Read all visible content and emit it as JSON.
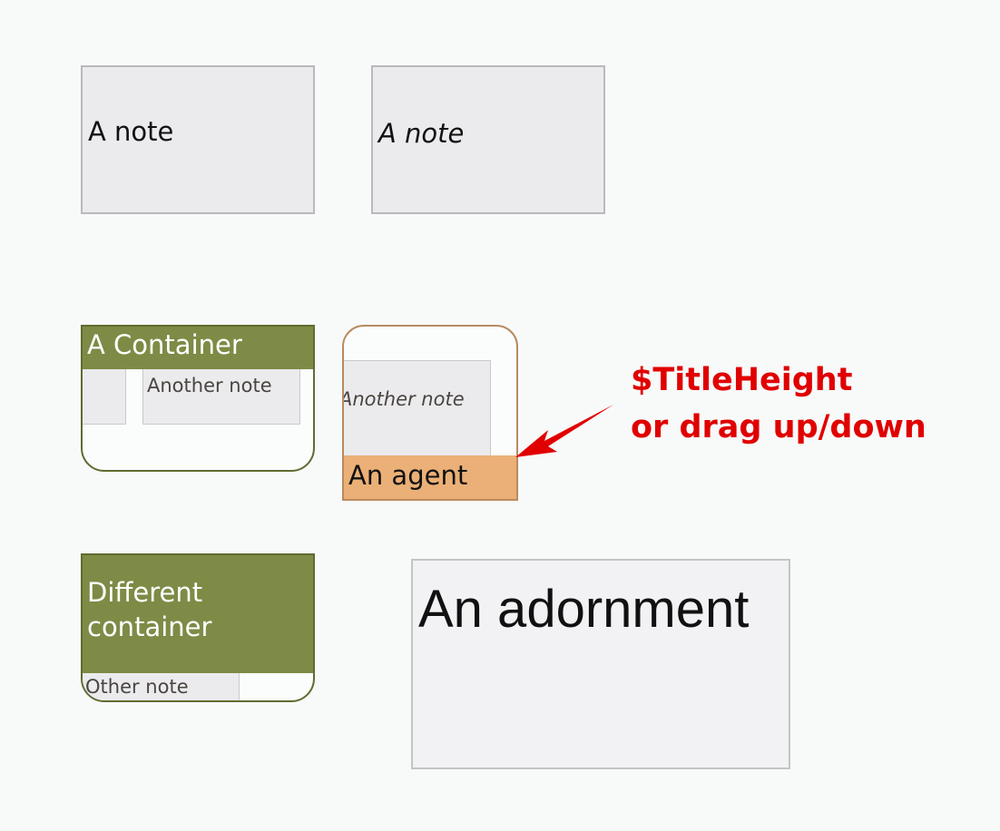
{
  "notes": [
    {
      "label": "A note"
    },
    {
      "label": "A note"
    }
  ],
  "container": {
    "title": "A Container",
    "inner_note": "Another note"
  },
  "agent": {
    "title": "An agent",
    "inner_note": "Another note"
  },
  "container2": {
    "title": "Different container",
    "inner_note": "Other note"
  },
  "adornment": {
    "label": "An adornment"
  },
  "callout": {
    "line1": "$TitleHeight",
    "line2": "or drag up/down",
    "color": "#e00000"
  }
}
